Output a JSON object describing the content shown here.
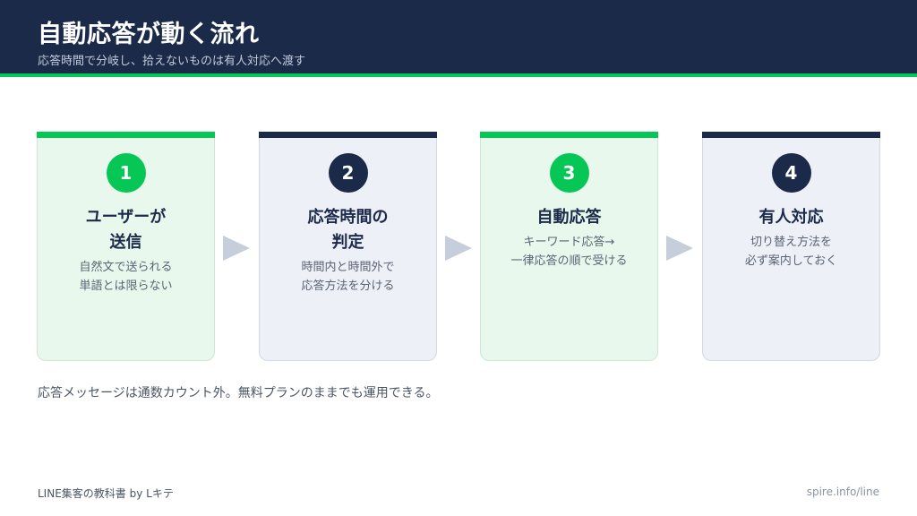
{
  "header": {
    "title": "自動応答が動く流れ",
    "subtitle": "応答時間で分岐し、拾えないものは有人対応へ渡す"
  },
  "steps": [
    {
      "number": "1",
      "title": "ユーザーが\n送信",
      "description": "自然文で送られる\n単語とは限らない"
    },
    {
      "number": "2",
      "title": "応答時間の\n判定",
      "description": "時間内と時間外で\n応答方法を分ける"
    },
    {
      "number": "3",
      "title": "自動応答",
      "description": "キーワード応答→\n一律応答の順で受ける"
    },
    {
      "number": "4",
      "title": "有人対応",
      "description": "切り替え方法を\n必ず案内しておく"
    }
  ],
  "note": "応答メッセージは通数カウント外。無料プランのままでも運用できる。",
  "footer": {
    "left": "LINE集客の教科書 by Lキテ",
    "right": "spire.info/line"
  },
  "colors": {
    "navy": "#1c2a4a",
    "green": "#06c755",
    "green_card": "#e8f8ed",
    "navy_card": "#edf0f7",
    "arrow": "#c6cedb"
  }
}
